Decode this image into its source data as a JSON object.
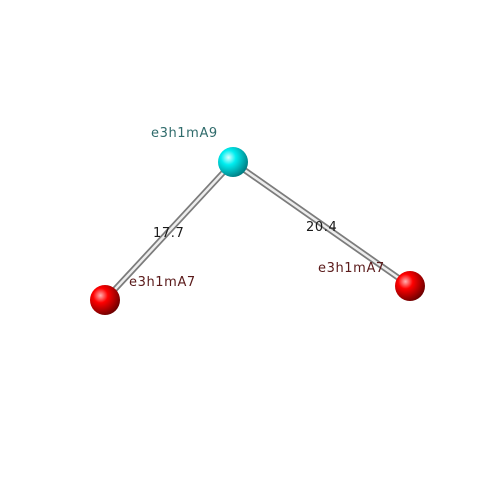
{
  "atoms": [
    {
      "id": "a9",
      "label": "e3h1mA9",
      "color": "#00e5ee",
      "label_color": "#2f6b6b"
    },
    {
      "id": "a7_left",
      "label": "e3h1mA7",
      "color": "#ff0000",
      "label_color": "#5a1a1a"
    },
    {
      "id": "a7_right",
      "label": "e3h1mA7",
      "color": "#ff0000",
      "label_color": "#5a1a1a"
    }
  ],
  "bonds": [
    {
      "from": "a9",
      "to": "a7_left",
      "distance": "17.7"
    },
    {
      "from": "a9",
      "to": "a7_right",
      "distance": "20.4"
    }
  ]
}
